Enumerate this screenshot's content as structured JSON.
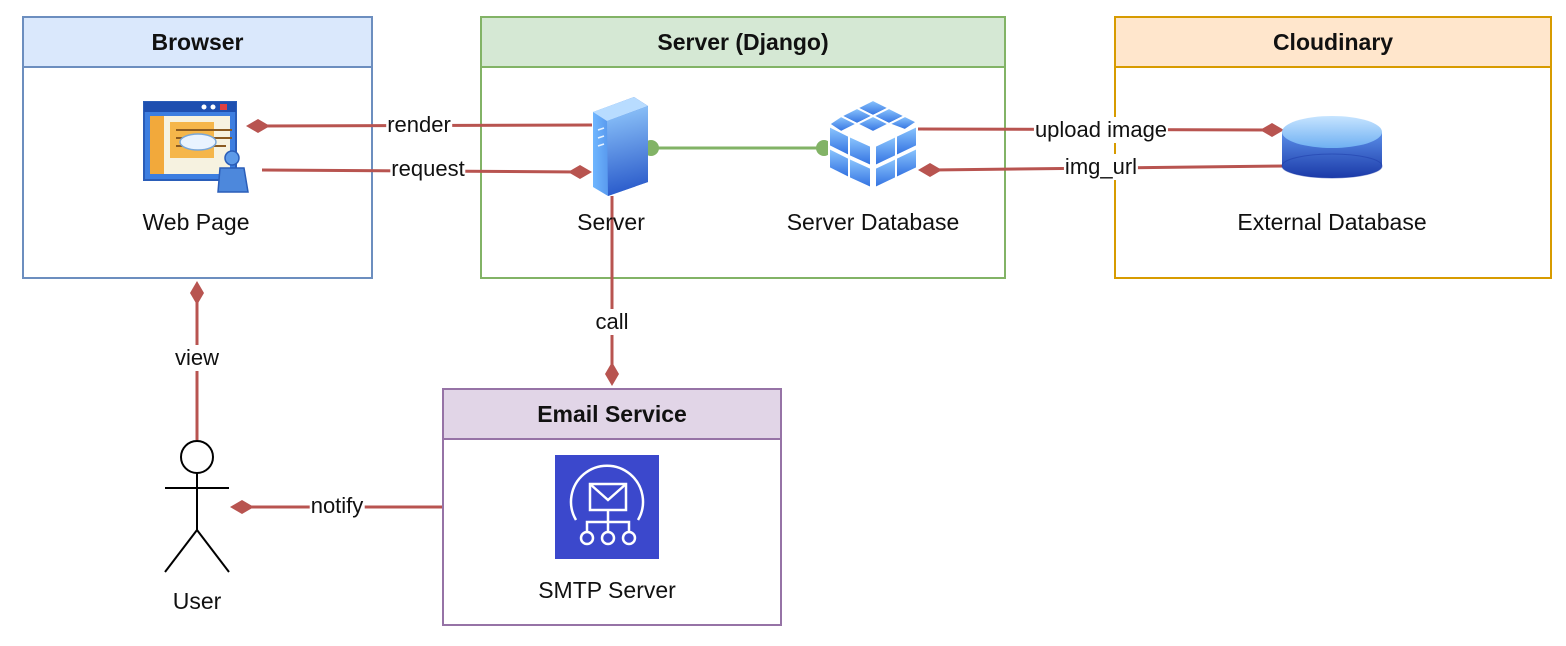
{
  "groups": {
    "browser": "Browser",
    "server": "Server (Django)",
    "cloudinary": "Cloudinary",
    "email": "Email Service"
  },
  "nodes": {
    "web_page": "Web Page",
    "server": "Server",
    "server_database": "Server Database",
    "external_database": "External Database",
    "smtp_server": "SMTP Server",
    "user": "User"
  },
  "edges": {
    "render": "render",
    "request": "request",
    "upload_image": "upload image",
    "img_url": "img_url",
    "call": "call",
    "view": "view",
    "notify": "notify"
  },
  "colors": {
    "edge": "#b85450",
    "link": "#82b366",
    "browser": "#6c8ebf",
    "server": "#82b366",
    "cloudinary": "#d79b00",
    "email": "#9673a6"
  },
  "icons": {
    "web_page": "web-page-icon",
    "server": "server-tower-icon",
    "server_database": "database-cube-icon",
    "external_database": "database-disk-icon",
    "smtp_server": "email-service-icon",
    "user": "user-stick-figure-icon"
  }
}
